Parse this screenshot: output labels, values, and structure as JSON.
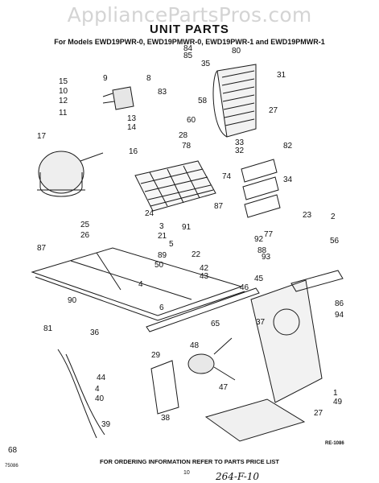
{
  "watermark": "AppliancePartsPros.com",
  "title": "UNIT PARTS",
  "subtitle": "For Models EWD19PWR-0, EWD19PMWR-0, EWD19PWR-1 and EWD19PMWR-1",
  "footer": "FOR ORDERING INFORMATION REFER TO PARTS PRICE LIST",
  "code_left": "75086",
  "code_right": "RE-1086",
  "page_number": "10",
  "handwritten_note": "264-F-10",
  "callouts": [
    "84",
    "85",
    "80",
    "35",
    "9",
    "8",
    "15",
    "10",
    "12",
    "11",
    "83",
    "31",
    "58",
    "60",
    "27",
    "13",
    "14",
    "17",
    "16",
    "28",
    "78",
    "33",
    "32",
    "82",
    "74",
    "34",
    "24",
    "87",
    "23",
    "2",
    "25",
    "26",
    "91",
    "77",
    "3",
    "21",
    "5",
    "92",
    "88",
    "89",
    "22",
    "93",
    "87",
    "50",
    "42",
    "56",
    "4",
    "43",
    "45",
    "46",
    "90",
    "6",
    "86",
    "94",
    "81",
    "36",
    "65",
    "37",
    "29",
    "48",
    "44",
    "4",
    "40",
    "47",
    "38",
    "39",
    "1",
    "49",
    "27",
    "68"
  ]
}
